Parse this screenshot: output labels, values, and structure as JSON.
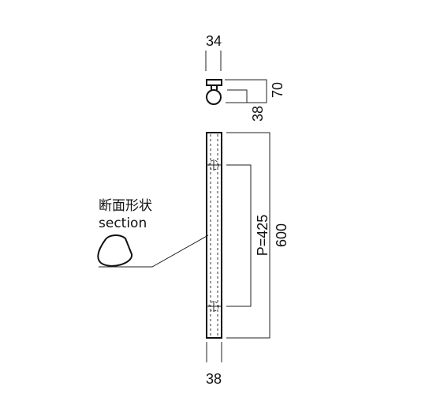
{
  "dimensions": {
    "top_width": "34",
    "side_height": "70",
    "side_depth": "38",
    "pitch": "P=425",
    "overall_length": "600",
    "bottom_width": "38"
  },
  "section_label": {
    "japanese": "断面形状",
    "english": "section"
  }
}
